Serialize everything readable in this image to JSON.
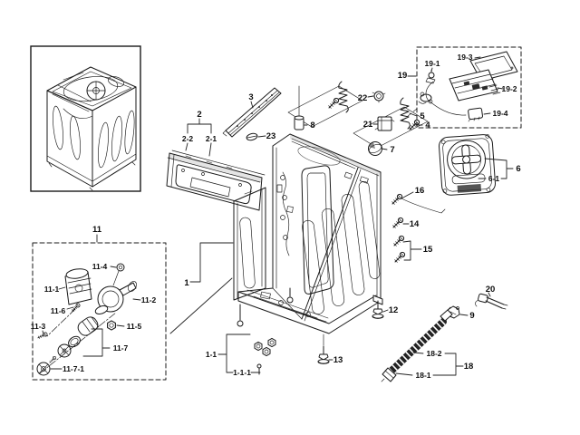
{
  "diagram": {
    "background": "#ffffff",
    "line_color": "#1a1a1a",
    "label_color": "#0d0d0d",
    "description": "Washer frame assembly exploded parts diagram"
  },
  "callouts": {
    "n1": "1",
    "n1_1": "1-1",
    "n1_1_1": "1-1-1",
    "n2": "2",
    "n2_1": "2-1",
    "n2_2": "2-2",
    "n3": "3",
    "n4": "4",
    "n5": "5",
    "n6": "6",
    "n6_1": "6-1",
    "n7": "7",
    "n8": "8",
    "n9": "9",
    "n11": "11",
    "n11_1": "11-1",
    "n11_2": "11-2",
    "n11_3": "11-3",
    "n11_4": "11-4",
    "n11_5": "11-5",
    "n11_6": "11-6",
    "n11_7": "11-7",
    "n11_7_1": "11-7-1",
    "n12": "12",
    "n13": "13",
    "n14": "14",
    "n15": "15",
    "n16": "16",
    "n18": "18",
    "n18_1": "18-1",
    "n18_2": "18-2",
    "n19": "19",
    "n19_1": "19-1",
    "n19_2": "19-2",
    "n19_3": "19-3",
    "n19_4": "19-4",
    "n20": "20",
    "n21": "21",
    "n22": "22",
    "n23": "23"
  }
}
